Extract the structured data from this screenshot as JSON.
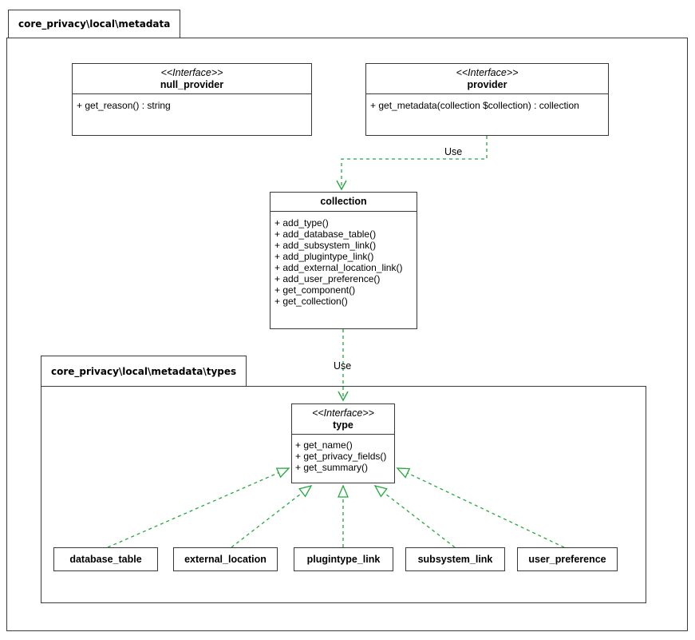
{
  "packages": {
    "outer": {
      "label": "core_privacy\\local\\metadata"
    },
    "types": {
      "label": "core_privacy\\local\\metadata\\types"
    }
  },
  "interfaces": {
    "null_provider": {
      "stereotype": "<<Interface>>",
      "name": "null_provider",
      "methods": [
        "+ get_reason() : string"
      ]
    },
    "provider": {
      "stereotype": "<<Interface>>",
      "name": "provider",
      "methods": [
        "+ get_metadata(collection $collection) : collection"
      ]
    },
    "type": {
      "stereotype": "<<Interface>>",
      "name": "type",
      "methods": [
        "+ get_name()",
        "+ get_privacy_fields()",
        "+ get_summary()"
      ]
    }
  },
  "classes": {
    "collection": {
      "name": "collection",
      "methods": [
        "+ add_type()",
        "+ add_database_table()",
        "+ add_subsystem_link()",
        "+ add_plugintype_link()",
        "+ add_external_location_link()",
        "+ add_user_preference()",
        "+ get_component()",
        "+ get_collection()"
      ]
    },
    "database_table": {
      "name": "database_table"
    },
    "external_location": {
      "name": "external_location"
    },
    "plugintype_link": {
      "name": "plugintype_link"
    },
    "subsystem_link": {
      "name": "subsystem_link"
    },
    "user_preference": {
      "name": "user_preference"
    }
  },
  "edges": {
    "dependencies": [
      {
        "from": "provider",
        "to": "collection",
        "kind": "use-dependency",
        "label": "Use"
      },
      {
        "from": "collection",
        "to": "type",
        "kind": "use-dependency",
        "label": "Use"
      }
    ],
    "realizations": [
      {
        "from": "database_table",
        "to": "type"
      },
      {
        "from": "external_location",
        "to": "type"
      },
      {
        "from": "plugintype_link",
        "to": "type"
      },
      {
        "from": "subsystem_link",
        "to": "type"
      },
      {
        "from": "user_preference",
        "to": "type"
      }
    ]
  },
  "colors": {
    "edge_green": "#23a83c",
    "box_border": "#383838",
    "text": "#000000",
    "background": "#ffffff"
  }
}
